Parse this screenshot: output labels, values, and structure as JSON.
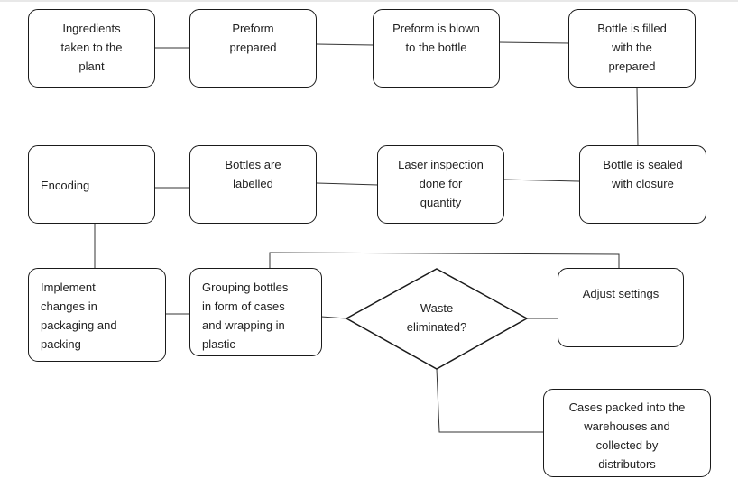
{
  "nodes": {
    "ingredients": "Ingredients\ntaken to the\nplant",
    "preform": "Preform\nprepared",
    "blown": "Preform is blown\nto the bottle",
    "filled": "Bottle is filled\nwith the\nprepared",
    "sealed": "Bottle is sealed\nwith closure",
    "laser": "Laser inspection\ndone for\nquantity",
    "labelled": "Bottles are\nlabelled",
    "encoding": "Encoding",
    "implement": "Implement\nchanges in\npackaging and\npacking",
    "grouping": "Grouping bottles\nin form of cases\nand wrapping in\nplastic",
    "decision": "Waste\neliminated?",
    "adjust": "Adjust settings",
    "cases": "Cases packed into the\nwarehouses and\ncollected by\ndistributors"
  },
  "colors": {
    "stroke": "#1a1a1a",
    "line": "#333333",
    "fill": "#ffffff"
  }
}
